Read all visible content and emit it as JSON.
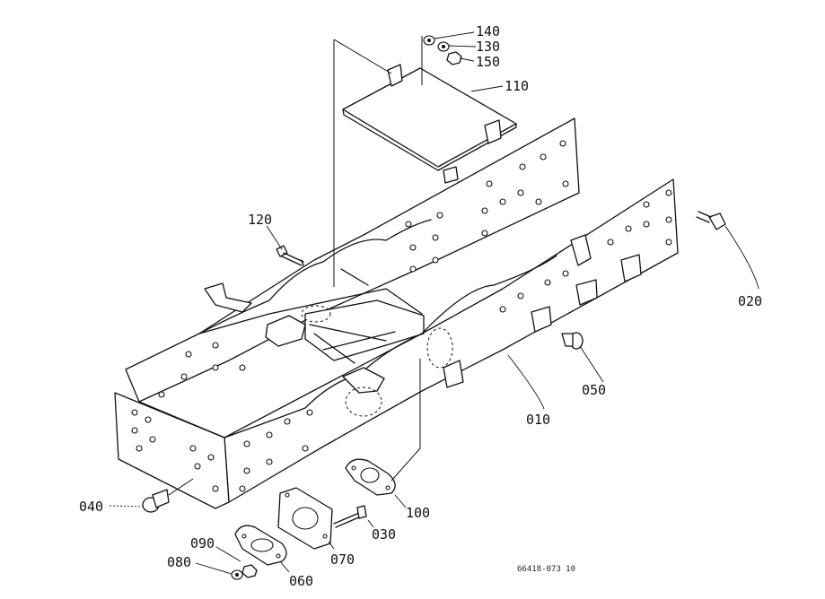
{
  "diagram": {
    "parts": [
      {
        "id": "p010",
        "label": "010"
      },
      {
        "id": "p020",
        "label": "020"
      },
      {
        "id": "p030",
        "label": "030"
      },
      {
        "id": "p040",
        "label": "040"
      },
      {
        "id": "p050",
        "label": "050"
      },
      {
        "id": "p060",
        "label": "060"
      },
      {
        "id": "p070",
        "label": "070"
      },
      {
        "id": "p080",
        "label": "080"
      },
      {
        "id": "p090",
        "label": "090"
      },
      {
        "id": "p100",
        "label": "100"
      },
      {
        "id": "p110",
        "label": "110"
      },
      {
        "id": "p120",
        "label": "120"
      },
      {
        "id": "p130",
        "label": "130"
      },
      {
        "id": "p140",
        "label": "140"
      },
      {
        "id": "p150",
        "label": "150"
      }
    ],
    "drawing_code": "66418-073 10"
  }
}
